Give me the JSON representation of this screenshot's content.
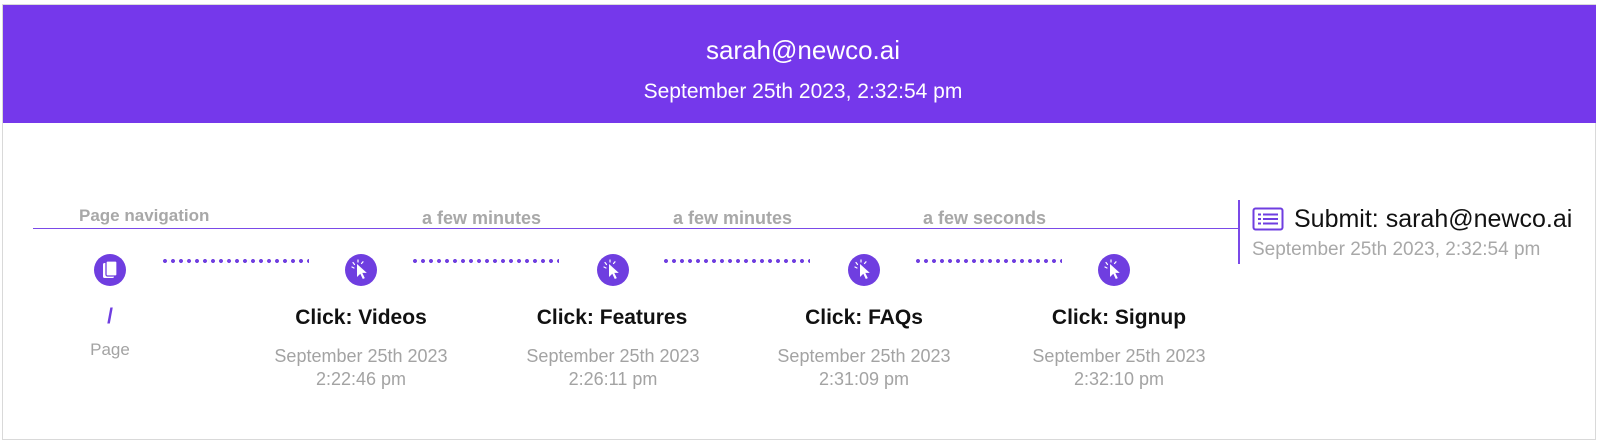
{
  "header": {
    "email": "sarah@newco.ai",
    "timestamp": "September 25th 2023, 2:32:54 pm"
  },
  "timeline": {
    "start_label": "Page navigation",
    "gaps": [
      "a few minutes",
      "a few minutes",
      "a few seconds"
    ],
    "page": {
      "path": "/",
      "type_label": "Page",
      "icon": "page-icon"
    },
    "steps": [
      {
        "title": "Click: Videos",
        "date": "September 25th 2023",
        "time": "2:22:46 pm",
        "icon": "cursor-click-icon"
      },
      {
        "title": "Click: Features",
        "date": "September 25th 2023",
        "time": "2:26:11 pm",
        "icon": "cursor-click-icon"
      },
      {
        "title": "Click: FAQs",
        "date": "September 25th 2023",
        "time": "2:31:09 pm",
        "icon": "cursor-click-icon"
      },
      {
        "title": "Click: Signup",
        "date": "September 25th 2023",
        "time": "2:32:10 pm",
        "icon": "cursor-click-icon"
      }
    ],
    "submit": {
      "label": "Submit: sarah@newco.ai",
      "timestamp": "September 25th 2023, 2:32:54 pm",
      "icon": "form-list-icon"
    }
  },
  "colors": {
    "accent": "#7538eb",
    "muted_text": "#a3a3a3"
  }
}
